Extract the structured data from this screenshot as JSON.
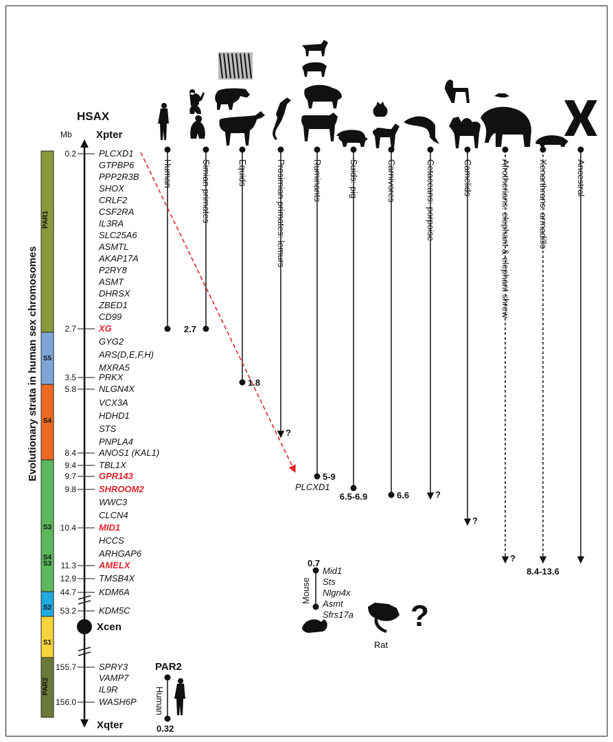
{
  "y_axis_title": "Evolutionary strata in human sex chromosomes",
  "chrom_header": "HSAX",
  "mb_label": "Mb",
  "xpter": "Xpter",
  "xqter": "Xqter",
  "xcen": "Xcen",
  "strata": [
    {
      "label": "PAR1",
      "color": "#8a9a3a"
    },
    {
      "label": "S5",
      "color": "#7ea7d8"
    },
    {
      "label": "S4",
      "color": "#ee6a22"
    },
    {
      "label": "S3",
      "color": "#5cb85c"
    },
    {
      "label": "S2",
      "color": "#21a9e1"
    },
    {
      "label": "S1",
      "color": "#f6d43a"
    },
    {
      "label": "PAR2",
      "color": "#6b7a3a"
    }
  ],
  "genes": [
    {
      "mb": "0.2",
      "name": "PLCXD1",
      "red": false
    },
    {
      "mb": "",
      "name": "GTPBP6",
      "red": false
    },
    {
      "mb": "",
      "name": "PPP2R3B",
      "red": false
    },
    {
      "mb": "",
      "name": "SHOX",
      "red": false
    },
    {
      "mb": "",
      "name": "CRLF2",
      "red": false
    },
    {
      "mb": "",
      "name": "CSF2RA",
      "red": false
    },
    {
      "mb": "",
      "name": "IL3RA",
      "red": false
    },
    {
      "mb": "",
      "name": "SLC25A6",
      "red": false
    },
    {
      "mb": "",
      "name": "ASMTL",
      "red": false
    },
    {
      "mb": "",
      "name": "AKAP17A",
      "red": false
    },
    {
      "mb": "",
      "name": "P2RY8",
      "red": false
    },
    {
      "mb": "",
      "name": "ASMT",
      "red": false
    },
    {
      "mb": "",
      "name": "DHRSX",
      "red": false
    },
    {
      "mb": "",
      "name": "ZBED1",
      "red": false
    },
    {
      "mb": "",
      "name": "CD99",
      "red": false
    },
    {
      "mb": "2.7",
      "name": "XG",
      "red": true
    },
    {
      "mb": "",
      "name": "GYG2",
      "red": false
    },
    {
      "mb": "",
      "name": "ARS(D,E,F,H)",
      "red": false
    },
    {
      "mb": "",
      "name": "MXRA5",
      "red": false
    },
    {
      "mb": "3.5",
      "name": "PRKX",
      "red": false
    },
    {
      "mb": "5.8",
      "name": "NLGN4X",
      "red": false
    },
    {
      "mb": "",
      "name": "VCX3A",
      "red": false
    },
    {
      "mb": "",
      "name": "HDHD1",
      "red": false
    },
    {
      "mb": "",
      "name": "STS",
      "red": false
    },
    {
      "mb": "",
      "name": "PNPLA4",
      "red": false
    },
    {
      "mb": "8.4",
      "name": "ANOS1 (KAL1)",
      "red": false
    },
    {
      "mb": "9.4",
      "name": "TBL1X",
      "red": false
    },
    {
      "mb": "9.7",
      "name": "GPR143",
      "red": true
    },
    {
      "mb": "9.8",
      "name": "SHROOM2",
      "red": true
    },
    {
      "mb": "",
      "name": "WWC3",
      "red": false
    },
    {
      "mb": "",
      "name": "CLCN4",
      "red": false
    },
    {
      "mb": "10.4",
      "name": "MID1",
      "red": true
    },
    {
      "mb": "",
      "name": "HCCS",
      "red": false
    },
    {
      "mb": "",
      "name": "ARHGAP6",
      "red": false
    },
    {
      "mb": "11.3",
      "name": "AMELX",
      "red": true
    },
    {
      "mb": "12.9",
      "name": "TMSB4X",
      "red": false
    },
    {
      "mb": "44.7",
      "name": "KDM6A",
      "red": false
    },
    {
      "mb": "53.2",
      "name": "KDM5C",
      "red": false
    },
    {
      "mb": "155.7",
      "name": "SPRY3",
      "red": false
    },
    {
      "mb": "",
      "name": "VAMP7",
      "red": false
    },
    {
      "mb": "",
      "name": "IL9R",
      "red": false
    },
    {
      "mb": "156.0",
      "name": "WASH6P",
      "red": false
    }
  ],
  "clades": [
    {
      "name": "Human",
      "end_label": "",
      "end": "dot"
    },
    {
      "name": "Simian primates",
      "end_label": "2.7",
      "end": "dot"
    },
    {
      "name": "Equids",
      "end_label": "1.8",
      "end": "dot"
    },
    {
      "name": "Prosimian primates: lemurs",
      "end_label": "?",
      "end": "arrow"
    },
    {
      "name": "Ruminants",
      "end_label": "5-9",
      "end": "dot"
    },
    {
      "name": "Suids: pig",
      "end_label": "6.5-6.9",
      "end": "dot"
    },
    {
      "name": "Carnivores",
      "end_label": "6.6",
      "end": "dot"
    },
    {
      "name": "Cetaceans: porpoise",
      "end_label": "?",
      "end": "arrow"
    },
    {
      "name": "Camelids",
      "end_label": "?",
      "end": "arrow"
    },
    {
      "name": "Afrotherians: elephant & elephant shrew",
      "end_label": "?",
      "end": "arrow"
    },
    {
      "name": "Xenarthrans: armadillo",
      "end_label": "8.4-13.6",
      "end": "arrow"
    },
    {
      "name": "Ancestral",
      "end_label": "",
      "end": "arrow"
    }
  ],
  "plcxd1_label": "PLCXD1",
  "par2": {
    "title": "PAR2",
    "clade": "Human",
    "value": "0.32"
  },
  "mouse": {
    "label": "Mouse",
    "value": "0.7",
    "genes": [
      "Mid1",
      "Sts",
      "Nlgn4x",
      "Asmt",
      "Sfrs17a"
    ]
  },
  "rat": {
    "label": "Rat",
    "mark": "?"
  },
  "colors": {
    "red": "#e0242b",
    "black": "#111111"
  }
}
